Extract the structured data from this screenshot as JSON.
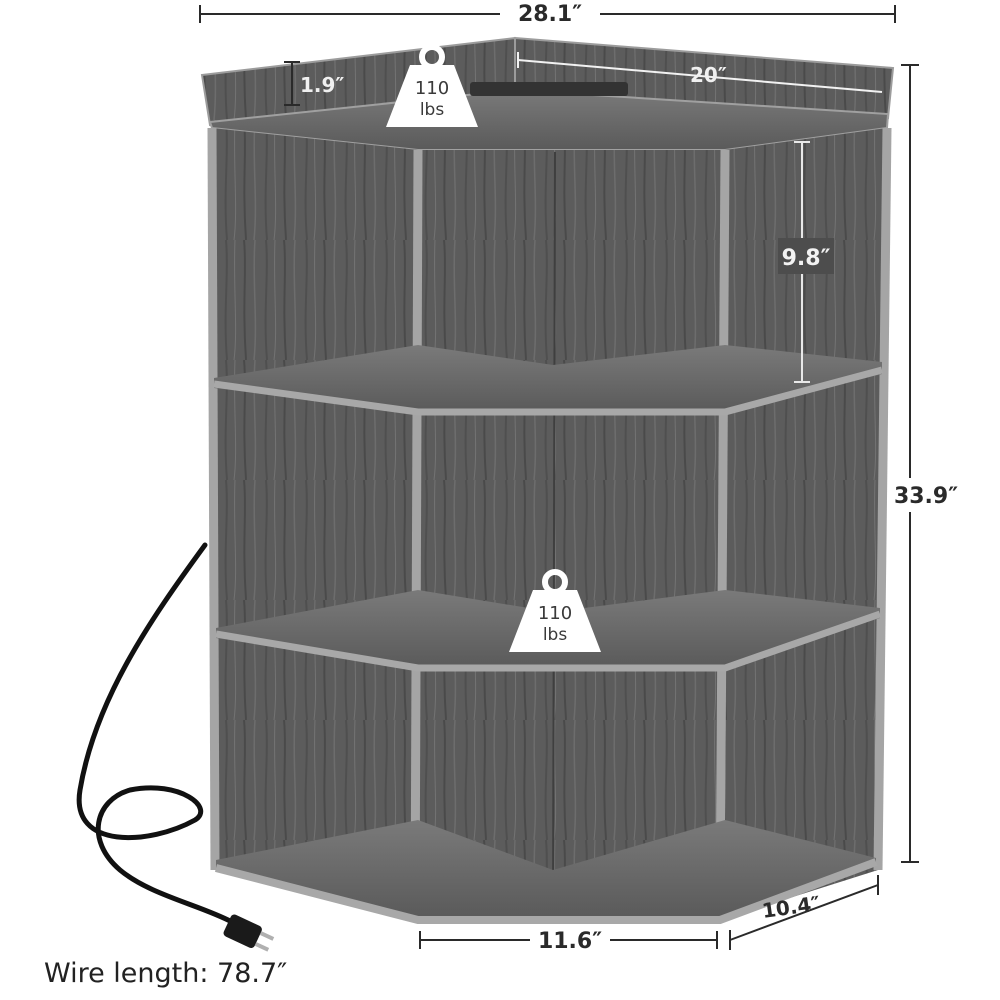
{
  "dimensions": {
    "overall_width": "28.1″",
    "guardrail_height": "1.9″",
    "side_depth": "20″",
    "shelf_height": "9.8″",
    "total_height": "33.9″",
    "front_width": "11.6″",
    "side_width": "10.4″"
  },
  "load_badges": [
    {
      "value": "110",
      "unit": "lbs"
    },
    {
      "value": "110",
      "unit": "lbs"
    }
  ],
  "wire_caption": "Wire length: 78.7″",
  "colors": {
    "wood_dark": "#4b4b4b",
    "wood_mid": "#6a6a6a",
    "wood_light": "#8a8a8a",
    "edge": "#9c9c9c",
    "dimension_line": "#2a2a2a",
    "cable": "#111111"
  }
}
